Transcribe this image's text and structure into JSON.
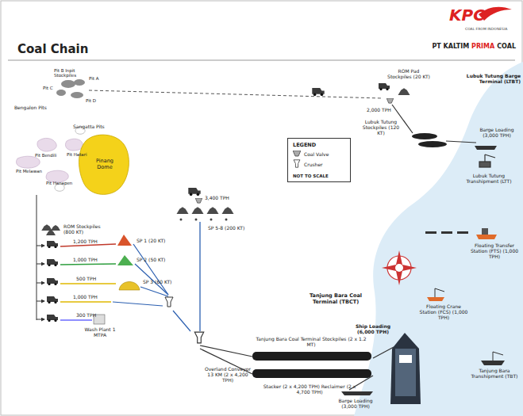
{
  "diagram": {
    "title": "Coal Chain",
    "nodes": [
      {
        "text": [
          "LEGEND",
          "NOT TO SCALE"
        ]
      }
    ],
    "labels": [
      "KPC",
      "COAL FROM INDONESIA",
      "PT KALTIM",
      "PRIMA",
      "COAL",
      "Pit B Inpit Stockpiles",
      "Pit A",
      "Pit C",
      "Pit D",
      "Bengalon Pits",
      "ROM Pad Stockpiles (20 KT)",
      "Lubuk Tutung Barge Terminal (LTBT)",
      "2,000 TPH",
      "Lubuk Tutung Stockpiles (120 KT)",
      "Barge Loading (3,000 TPH)",
      "Lubuk Tutung Transhipment (LTT)",
      "Sangatta Pits",
      "Pit Bendili",
      "Pit Hatari",
      "Pit Melawan",
      "Pit Hanapen",
      "Pinang Dome",
      "ROM Stockpiles (800 KT)",
      "3,400 TPH",
      "SP 5-8 (200 KT)",
      "1,200 TPH",
      "SP 1 (20 KT)",
      "1,000 TPH",
      "SP 2 (50 KT)",
      "500 TPH",
      "SP 3 (60 KT)",
      "1,000 TPH",
      "300 TPH",
      "Wash Plant 1 MTPA",
      "Floating Transfer Station (FTS) (1,000 TPH)",
      "Tanjung Bara Coal Terminal (TBCT)",
      "Floating Crane Station (FCS) (1,000 TPH)",
      "Ship Loading (6,000 TPH)",
      "Tanjung Bara Coal Terminal Stockpiles (2 x 1.2 MT)",
      "Overland Conveyor 13 KM (2 x 4,200 TPH)",
      "Tanjung Bara Transhipment (TBT)",
      "Stacker (2 x 4,200 TPH) Reclaimer (2 x 4,700 TPH)",
      "Barge Loading (3,000 TPH)"
    ],
    "legend": [
      {
        "text": "Coal Valve"
      },
      {
        "text": "Crusher"
      }
    ]
  }
}
